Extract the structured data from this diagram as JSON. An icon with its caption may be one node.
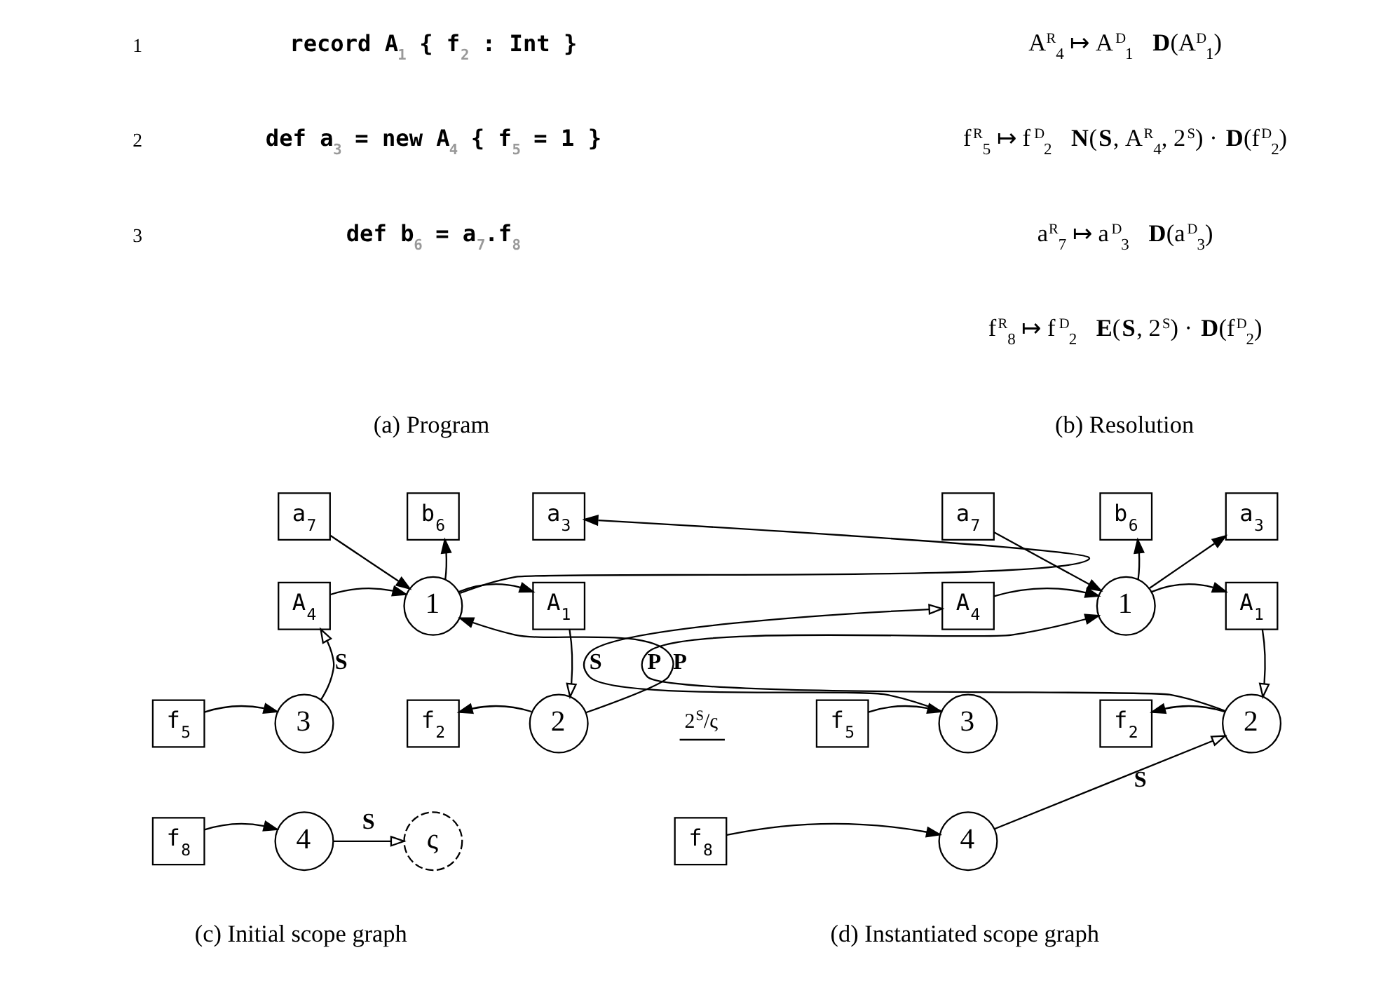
{
  "diagram": {
    "nodes": [
      {
        "text": [
          "a$_{7}$"
        ]
      },
      {
        "text": [
          "b$_{6}$"
        ]
      },
      {
        "text": [
          "a$_{3}$"
        ]
      },
      {
        "text": [
          "A$_{4}$"
        ]
      },
      {
        "text": [
          "1"
        ]
      },
      {
        "text": [
          "A$_{1}$"
        ]
      },
      {
        "text": [
          "f$_{5}$"
        ]
      },
      {
        "text": [
          "3"
        ]
      },
      {
        "text": [
          "f$_{2}$"
        ]
      },
      {
        "text": [
          "2"
        ]
      },
      {
        "text": [
          "f$_{8}$"
        ]
      },
      {
        "text": [
          "4"
        ]
      },
      {
        "text": [
          "ς"
        ]
      },
      {
        "text": [
          "a$_{7}$"
        ]
      },
      {
        "text": [
          "b$_{6}$"
        ]
      },
      {
        "text": [
          "a$_{3}$"
        ]
      },
      {
        "text": [
          "A$_{4}$"
        ]
      },
      {
        "text": [
          "1"
        ]
      },
      {
        "text": [
          "A$_{1}$"
        ]
      },
      {
        "text": [
          "f$_{5}$"
        ]
      },
      {
        "text": [
          "3"
        ]
      },
      {
        "text": [
          "f$_{2}$"
        ]
      },
      {
        "text": [
          "2"
        ]
      },
      {
        "text": [
          "f$_{8}$"
        ]
      },
      {
        "text": [
          "4"
        ]
      }
    ],
    "edges": [
      {
        "from": 0,
        "to": 4,
        "arrow": "to"
      },
      {
        "from": 4,
        "to": 1,
        "arrow": "to"
      },
      {
        "from": 4,
        "to": 2,
        "arrow": "to"
      },
      {
        "from": 3,
        "to": 4,
        "arrow": "to"
      },
      {
        "from": 4,
        "to": 5,
        "arrow": "to"
      },
      {
        "from": 5,
        "to": 9,
        "arrow": "to"
      },
      {
        "from": 9,
        "to": 4,
        "arrow": "to",
        "label": "P"
      },
      {
        "from": 7,
        "to": 3,
        "arrow": "to",
        "label": "S"
      },
      {
        "from": 6,
        "to": 7,
        "arrow": "to"
      },
      {
        "from": 9,
        "to": 8,
        "arrow": "to"
      },
      {
        "from": 10,
        "to": 11,
        "arrow": "to"
      },
      {
        "from": 11,
        "to": 12,
        "arrow": "to",
        "label": "S"
      },
      {
        "from": 13,
        "to": 17,
        "arrow": "to"
      },
      {
        "from": 17,
        "to": 14,
        "arrow": "to"
      },
      {
        "from": 17,
        "to": 15,
        "arrow": "to"
      },
      {
        "from": 16,
        "to": 17,
        "arrow": "to"
      },
      {
        "from": 17,
        "to": 18,
        "arrow": "to"
      },
      {
        "from": 18,
        "to": 22,
        "arrow": "to"
      },
      {
        "from": 22,
        "to": 17,
        "arrow": "to",
        "label": "P"
      },
      {
        "from": 20,
        "to": 16,
        "arrow": "to",
        "label": "S"
      },
      {
        "from": 19,
        "to": 20,
        "arrow": "to"
      },
      {
        "from": 22,
        "to": 21,
        "arrow": "to"
      },
      {
        "from": 23,
        "to": 24,
        "arrow": "to"
      },
      {
        "from": 24,
        "to": 22,
        "arrow": "to",
        "label": "S"
      }
    ],
    "labels": [
      "1",
      "record A$_{1}$ { f$_{2}$ : Int }",
      "2",
      "def a$_{3}$ = new A$_{4}$ { f$_{5}$ = 1 }",
      "3",
      "def b$_{6}$ = a$_{7}$.f$_{8}$",
      "A$^{R}$$_{4}$ ↦ A$^{D}$$_{1}$   **D**(A$^{D}$$_{1}$)",
      "f$^{R}$$_{5}$ ↦ f$^{D}$$_{2}$   **N**(**S**, A$^{R}$$_{4}$, 2$^{S}$) · **D**(f$^{D}$$_{2}$)",
      "a$^{R}$$_{7}$ ↦ a$^{D}$$_{3}$   **D**(a$^{D}$$_{3}$)",
      "f$^{R}$$_{8}$ ↦ f$^{D}$$_{2}$   **E**(**S**, 2$^{S}$) · **D**(f$^{D}$$_{2}$)",
      "(a) Program",
      "(b) Resolution",
      "2$^{S}$/ς",
      "(c) Initial scope graph",
      "(d) Instantiated scope graph"
    ]
  }
}
